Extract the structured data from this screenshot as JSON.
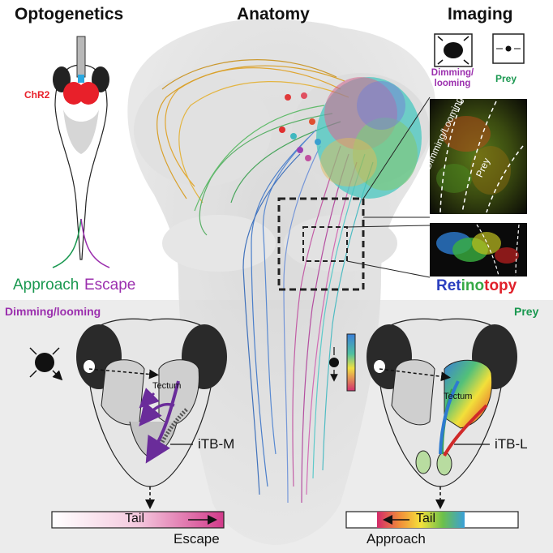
{
  "headings": {
    "optogenetics": "Optogenetics",
    "anatomy": "Anatomy",
    "imaging": "Imaging"
  },
  "optogenetics": {
    "opsin": "ChR2",
    "approach": "Approach",
    "escape": "Escape"
  },
  "imaging": {
    "stim_dimming": "Dimming/\nlooming",
    "stim_prey": "Prey",
    "panel_dimming_looming": "Dimming/Looming",
    "panel_prey": "Prey",
    "retinotopy": [
      "Ret",
      "ino",
      "topy"
    ]
  },
  "bottom_left": {
    "title": "Dimming/looming",
    "tectum": "Tectum",
    "pathway": "iTB-M",
    "tail": "Tail",
    "behavior": "Escape"
  },
  "bottom_right": {
    "title": "Prey",
    "tectum": "Tectum",
    "pathway": "iTB-L",
    "tail": "Tail",
    "behavior": "Approach"
  },
  "colors": {
    "approach": "#1a9850",
    "escape": "#9b2fae",
    "chr2": "#e8202a",
    "retino_blue": "#2b3fbf",
    "retino_green": "#35a845",
    "retino_red": "#e0202a",
    "itb_m": "#6a2c9a",
    "bottom_panel_bg": "#ebebeb"
  }
}
